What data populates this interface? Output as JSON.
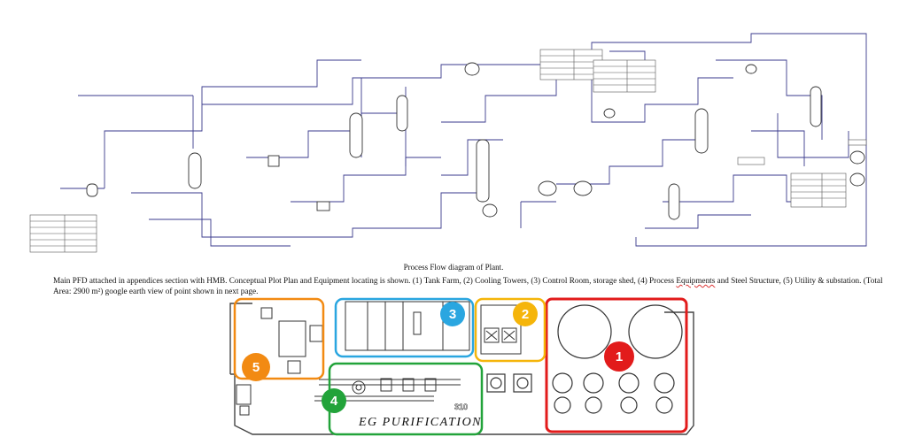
{
  "figure": {
    "caption": "Process Flow diagram of Plant."
  },
  "description": {
    "part1": "Main PFD attached in appendices section with HMB. Conceptual Plot Plan and Equipment locating is shown. (1) Tank Farm, (2) Cooling Towers, (3) Control Room, storage shed, (4) Process ",
    "underlined": "Equipments",
    "part2": " and Steel Structure, (5) Utility & substation. (Total Area: 2900 m²) google earth view of point shown in next page."
  },
  "plot_plan": {
    "zones": [
      {
        "number": "1",
        "name": "Tank Farm",
        "color": "#e21b1b"
      },
      {
        "number": "2",
        "name": "Cooling Towers",
        "color": "#f5b50a"
      },
      {
        "number": "3",
        "name": "Control Room, storage shed",
        "color": "#2aa6e0"
      },
      {
        "number": "4",
        "name": "Process Equipments and Steel Structure",
        "color": "#22a33a"
      },
      {
        "number": "5",
        "name": "Utility & substation",
        "color": "#f28a12"
      }
    ],
    "site_text": "EG PURIFICATION",
    "area_tag": "310"
  },
  "colors": {
    "pfd_line": "#3a3a8c",
    "equipment": "#333333"
  }
}
